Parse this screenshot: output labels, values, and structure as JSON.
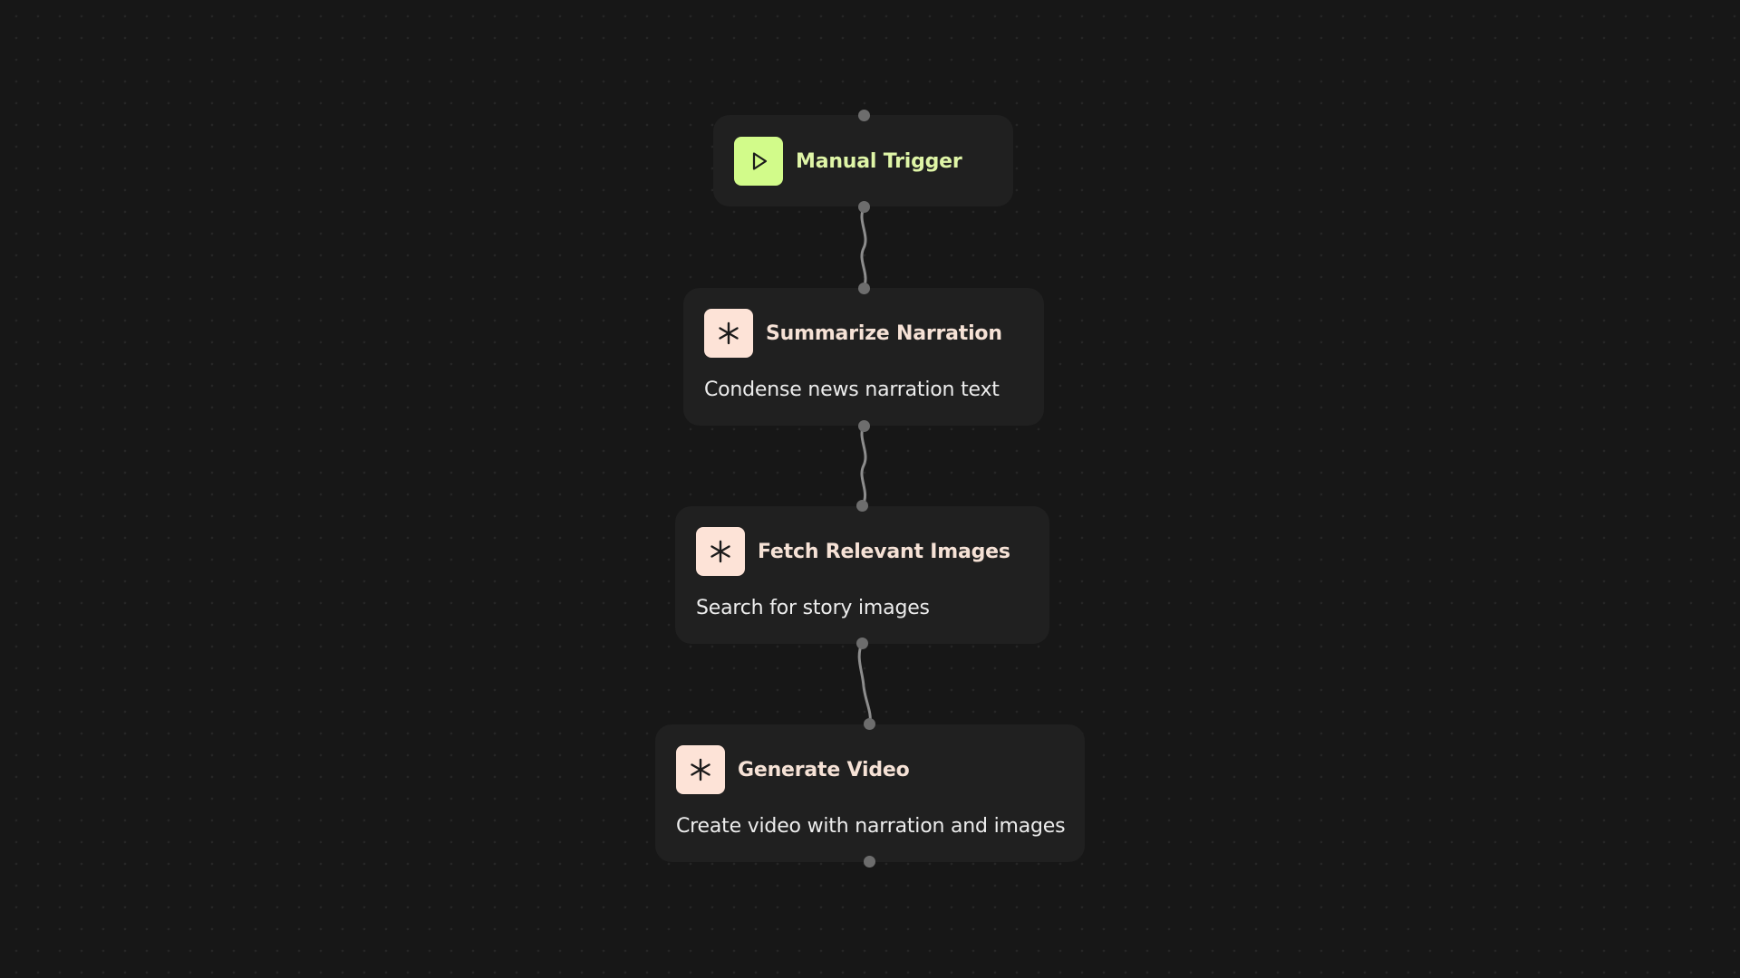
{
  "nodes": [
    {
      "kind": "trigger",
      "title": "Manual Trigger",
      "icon": "play-icon"
    },
    {
      "kind": "action",
      "title": "Summarize Narration",
      "description": "Condense news narration text",
      "icon": "sparkle-icon"
    },
    {
      "kind": "action",
      "title": "Fetch Relevant Images",
      "description": "Search for story images",
      "icon": "sparkle-icon"
    },
    {
      "kind": "action",
      "title": "Generate Video",
      "description": "Create video with narration and images",
      "icon": "sparkle-icon"
    }
  ],
  "colors": {
    "background": "#171717",
    "node_background": "#202020",
    "trigger_accent": "#d2fb8a",
    "trigger_title": "#dff5a7",
    "action_icon_background": "#fde3d7",
    "action_title": "#f6e2d6",
    "description": "#ededed",
    "handle": "#6d6d6d",
    "edge": "#8d8d8d"
  }
}
